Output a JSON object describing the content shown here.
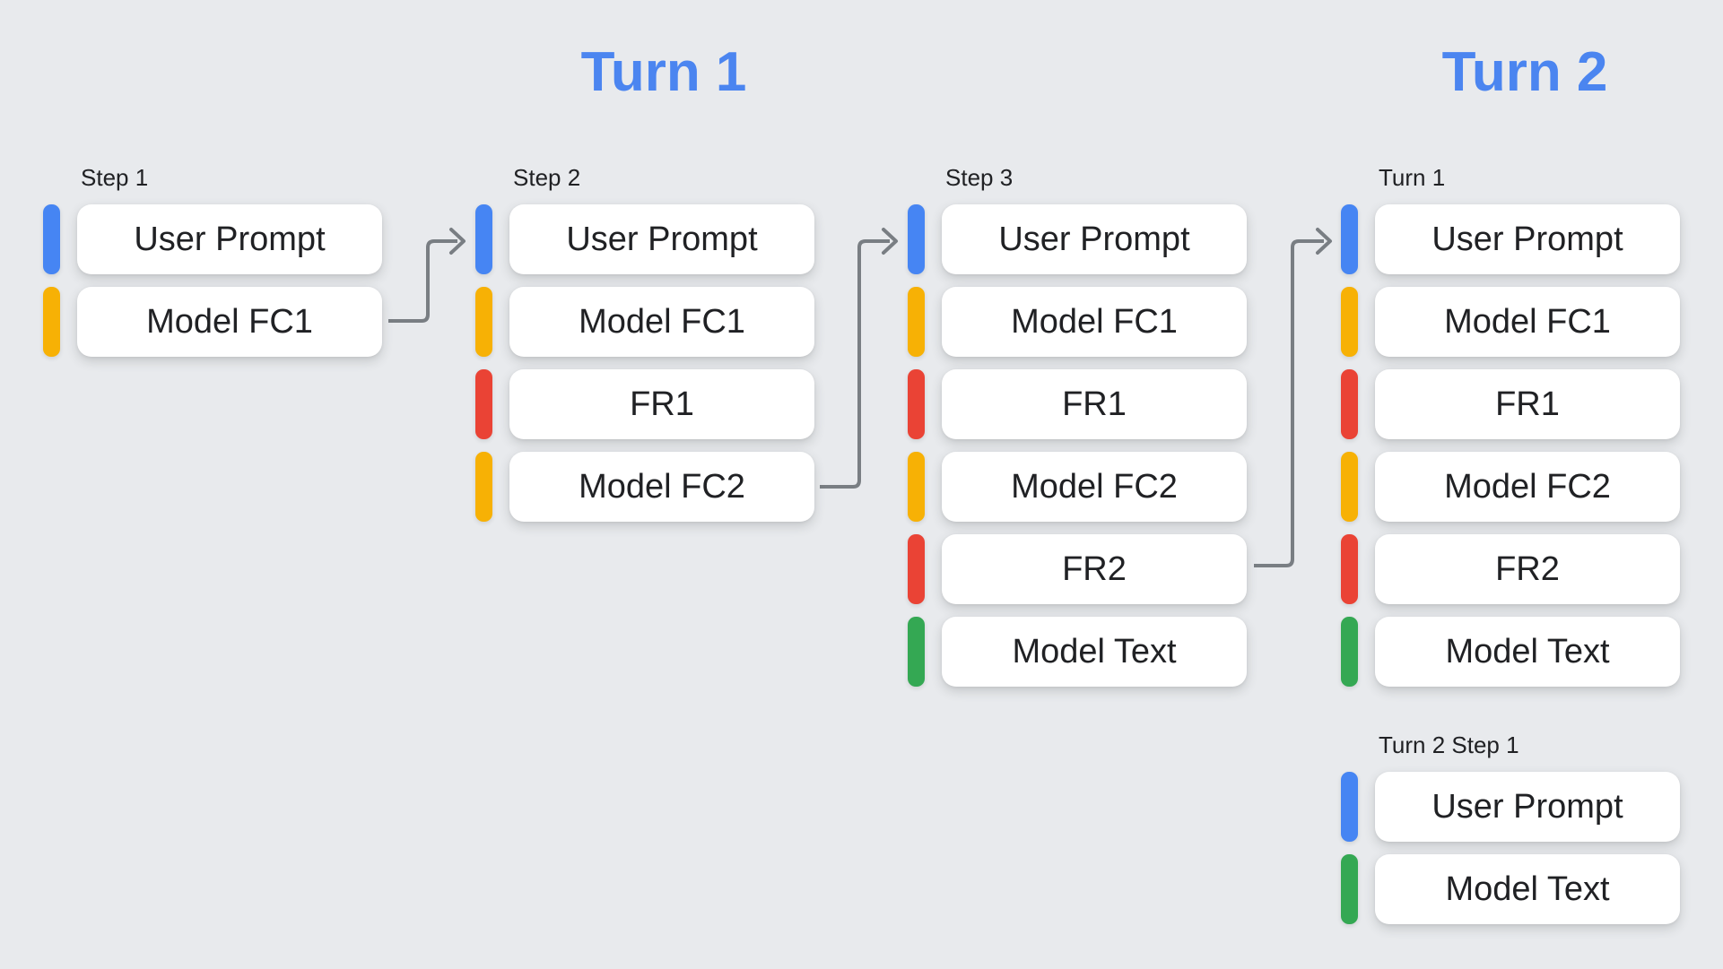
{
  "headers": {
    "turn1": "Turn 1",
    "turn2": "Turn 2"
  },
  "palette": {
    "blue": "#4685F3",
    "yellow": "#F7B105",
    "red": "#EA4335",
    "green": "#34A853",
    "header_text": "#4B85F0",
    "background": "#E8EAED",
    "card": "#FFFFFF",
    "text": "#202124",
    "connector": "#797E83"
  },
  "columns": [
    {
      "label": "Step 1",
      "items": [
        {
          "label": "User Prompt",
          "color": "blue"
        },
        {
          "label": "Model FC1",
          "color": "yellow"
        }
      ]
    },
    {
      "label": "Step 2",
      "items": [
        {
          "label": "User Prompt",
          "color": "blue"
        },
        {
          "label": "Model FC1",
          "color": "yellow"
        },
        {
          "label": "FR1",
          "color": "red"
        },
        {
          "label": "Model FC2",
          "color": "yellow"
        }
      ]
    },
    {
      "label": "Step 3",
      "items": [
        {
          "label": "User Prompt",
          "color": "blue"
        },
        {
          "label": "Model FC1",
          "color": "yellow"
        },
        {
          "label": "FR1",
          "color": "red"
        },
        {
          "label": "Model FC2",
          "color": "yellow"
        },
        {
          "label": "FR2",
          "color": "red"
        },
        {
          "label": "Model Text",
          "color": "green"
        }
      ]
    },
    {
      "label": "Turn 1",
      "items": [
        {
          "label": "User Prompt",
          "color": "blue"
        },
        {
          "label": "Model FC1",
          "color": "yellow"
        },
        {
          "label": "FR1",
          "color": "red"
        },
        {
          "label": "Model FC2",
          "color": "yellow"
        },
        {
          "label": "FR2",
          "color": "red"
        },
        {
          "label": "Model Text",
          "color": "green"
        }
      ]
    },
    {
      "label": "Turn 2 Step 1",
      "items": [
        {
          "label": "User Prompt",
          "color": "blue"
        },
        {
          "label": "Model Text",
          "color": "green"
        }
      ]
    }
  ]
}
